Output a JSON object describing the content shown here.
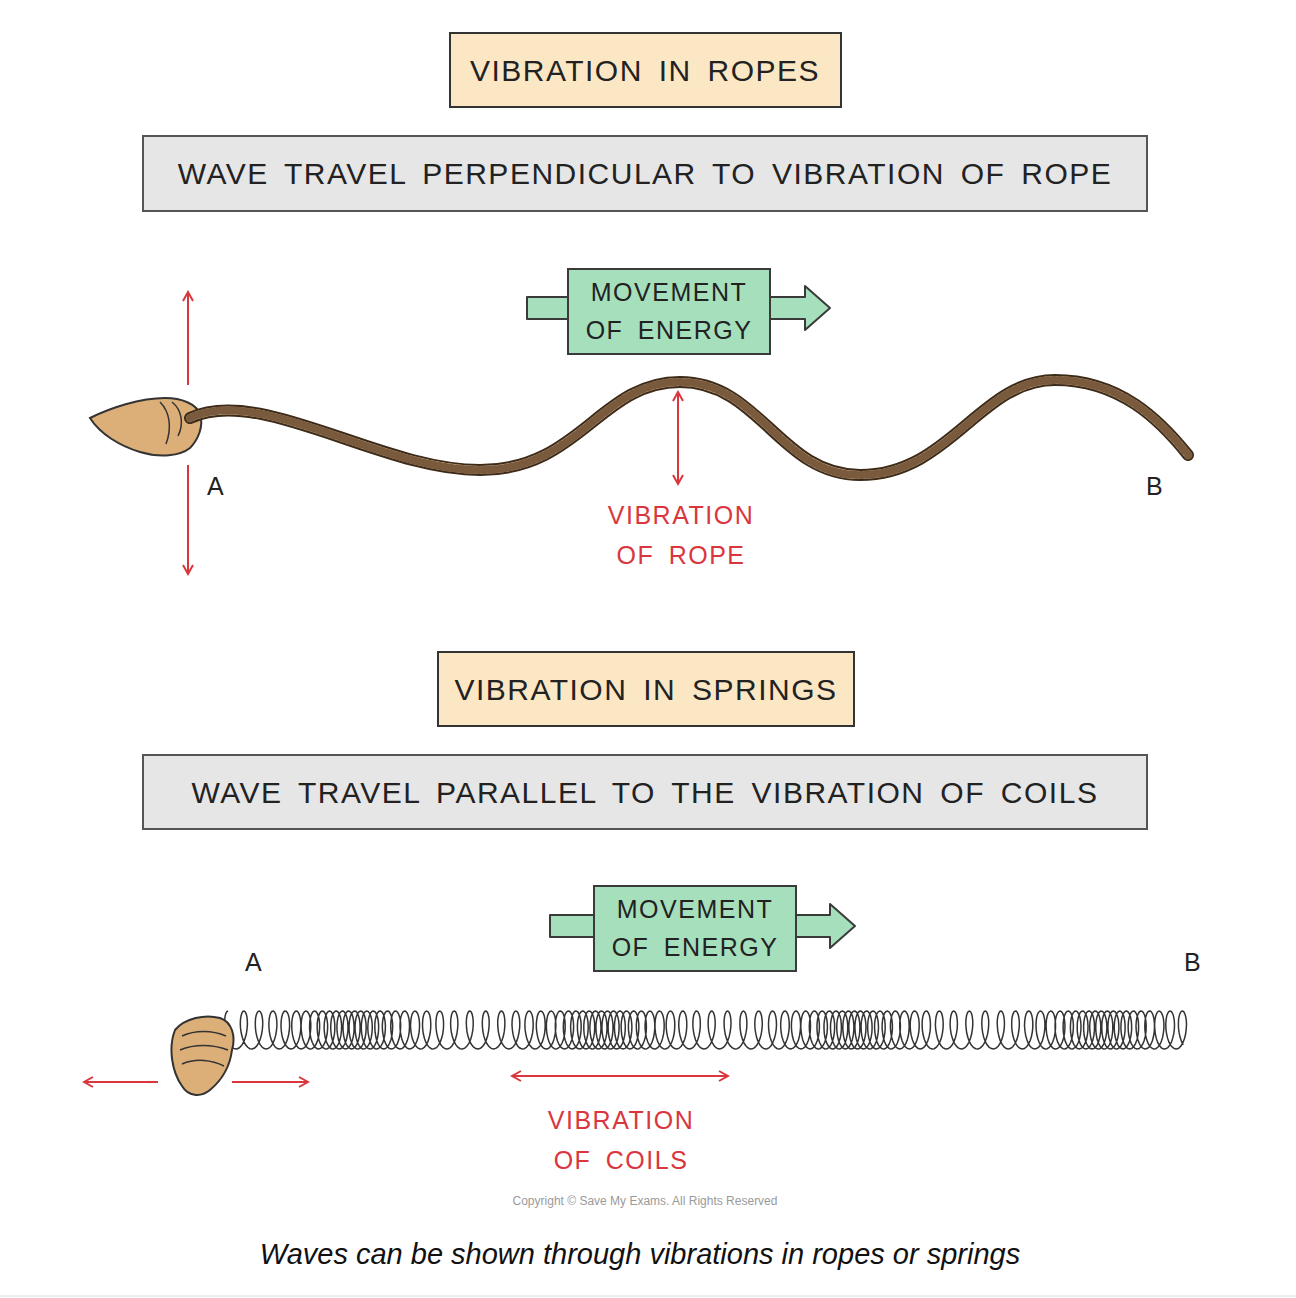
{
  "diagram": {
    "caption": "Waves can be shown through vibrations in ropes or springs",
    "nodes": [
      {
        "text": [
          "VIBRATION IN ROPES"
        ]
      },
      {
        "text": [
          "WAVE TRAVEL PERPENDICULAR TO VIBRATION OF ROPE"
        ]
      },
      {
        "text": [
          "MOVEMENT OF ENERGY"
        ]
      },
      {
        "text": [
          "VIBRATION IN SPRINGS"
        ]
      },
      {
        "text": [
          "WAVE TRAVEL PARALLEL TO THE VIBRATION OF COILS"
        ]
      },
      {
        "text": [
          "MOVEMENT OF ENERGY"
        ]
      }
    ],
    "labels": [
      "A",
      "B",
      "VIBRATION OF ROPE",
      "A",
      "B",
      "VIBRATION OF COILS",
      "Copyright © Save My Exams. All Rights Reserved"
    ]
  }
}
